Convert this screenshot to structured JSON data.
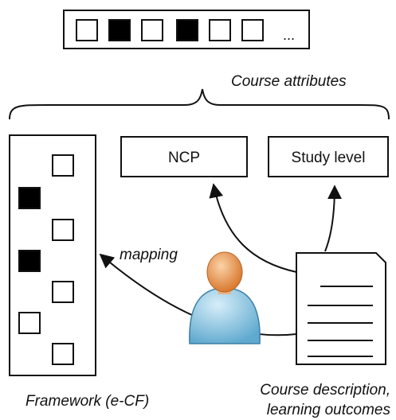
{
  "attribute_strip": {
    "cells": [
      "empty",
      "filled",
      "empty",
      "filled",
      "empty",
      "empty"
    ],
    "ellipsis": "..."
  },
  "course_attributes_label": "Course attributes",
  "boxes": {
    "ncp": "NCP",
    "study_level": "Study level"
  },
  "framework": {
    "label": "Framework (e-CF)",
    "cells": [
      "empty",
      "filled",
      "empty",
      "filled",
      "empty",
      "empty",
      "empty"
    ]
  },
  "mapping_label": "mapping",
  "document": {
    "label_line1": "Course description,",
    "label_line2": "learning outcomes"
  },
  "colors": {
    "stroke": "#111111",
    "filled": "#000000",
    "person_head": "#e8944a",
    "person_body": "#8ec9e6"
  }
}
